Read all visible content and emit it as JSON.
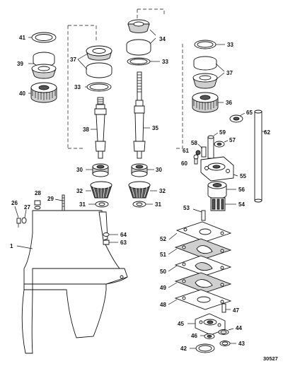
{
  "diagram": {
    "reference_number": "30527",
    "callouts": {
      "c1": "1",
      "c26": "26",
      "c27": "27",
      "c28": "28",
      "c29": "29",
      "c30a": "30",
      "c30b": "30",
      "c31a": "31",
      "c31b": "31",
      "c32a": "32",
      "c32b": "32",
      "c33a": "33",
      "c33b": "33",
      "c33c": "33",
      "c34": "34",
      "c35": "35",
      "c36": "36",
      "c37a": "37",
      "c37b": "37",
      "c38": "38",
      "c39": "39",
      "c40": "40",
      "c41": "41",
      "c42": "42",
      "c43": "43",
      "c44": "44",
      "c45": "45",
      "c46": "46",
      "c47": "47",
      "c48": "48",
      "c49": "49",
      "c50": "50",
      "c51": "51",
      "c52": "52",
      "c53": "53",
      "c54": "54",
      "c55": "55",
      "c56": "56",
      "c57": "57",
      "c58": "58",
      "c59": "59",
      "c60": "60",
      "c61": "61",
      "c62": "62",
      "c63": "63",
      "c64": "64",
      "c65": "65"
    }
  }
}
